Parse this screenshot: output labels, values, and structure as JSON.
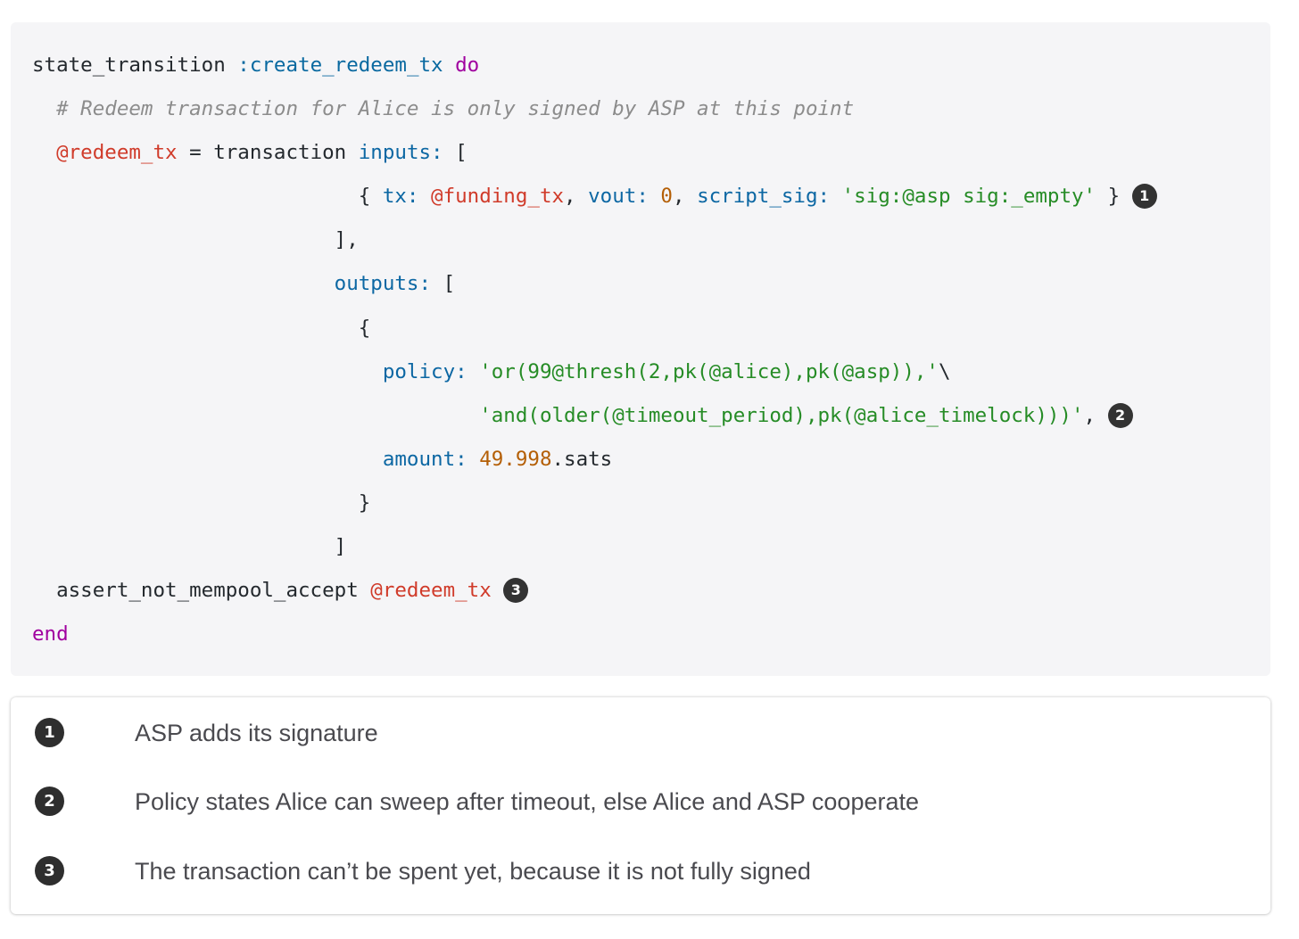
{
  "code": {
    "lines": [
      [
        {
          "t": "state_transition ",
          "c": "plain"
        },
        {
          "t": ":create_redeem_tx",
          "c": "sym"
        },
        {
          "t": " ",
          "c": "plain"
        },
        {
          "t": "do",
          "c": "kw"
        }
      ],
      [
        {
          "t": "  ",
          "c": "plain"
        },
        {
          "t": "# Redeem transaction for Alice is only signed by ASP at this point",
          "c": "comment"
        }
      ],
      [
        {
          "t": "  ",
          "c": "plain"
        },
        {
          "t": "@redeem_tx",
          "c": "ivar"
        },
        {
          "t": " = transaction ",
          "c": "plain"
        },
        {
          "t": "inputs:",
          "c": "key"
        },
        {
          "t": " [",
          "c": "plain"
        }
      ],
      [
        {
          "t": "                           { ",
          "c": "plain"
        },
        {
          "t": "tx:",
          "c": "key"
        },
        {
          "t": " ",
          "c": "plain"
        },
        {
          "t": "@funding_tx",
          "c": "ivar"
        },
        {
          "t": ", ",
          "c": "plain"
        },
        {
          "t": "vout:",
          "c": "key"
        },
        {
          "t": " ",
          "c": "plain"
        },
        {
          "t": "0",
          "c": "num"
        },
        {
          "t": ", ",
          "c": "plain"
        },
        {
          "t": "script_sig:",
          "c": "key"
        },
        {
          "t": " ",
          "c": "plain"
        },
        {
          "t": "'sig:@asp sig:_empty'",
          "c": "str"
        },
        {
          "t": " } ",
          "c": "plain"
        },
        {
          "t": "1",
          "c": "callout"
        }
      ],
      [
        {
          "t": "                         ],",
          "c": "plain"
        }
      ],
      [
        {
          "t": "                         ",
          "c": "plain"
        },
        {
          "t": "outputs:",
          "c": "key"
        },
        {
          "t": " [",
          "c": "plain"
        }
      ],
      [
        {
          "t": "                           {",
          "c": "plain"
        }
      ],
      [
        {
          "t": "                             ",
          "c": "plain"
        },
        {
          "t": "policy:",
          "c": "key"
        },
        {
          "t": " ",
          "c": "plain"
        },
        {
          "t": "'or(99@thresh(2,pk(@alice),pk(@asp)),'",
          "c": "str"
        },
        {
          "t": "\\",
          "c": "plain"
        }
      ],
      [
        {
          "t": "                                     ",
          "c": "plain"
        },
        {
          "t": "'and(older(@timeout_period),pk(@alice_timelock)))'",
          "c": "str"
        },
        {
          "t": ", ",
          "c": "plain"
        },
        {
          "t": "2",
          "c": "callout"
        }
      ],
      [
        {
          "t": "                             ",
          "c": "plain"
        },
        {
          "t": "amount:",
          "c": "key"
        },
        {
          "t": " ",
          "c": "plain"
        },
        {
          "t": "49.998",
          "c": "num"
        },
        {
          "t": ".sats",
          "c": "plain"
        }
      ],
      [
        {
          "t": "                           }",
          "c": "plain"
        }
      ],
      [
        {
          "t": "                         ]",
          "c": "plain"
        }
      ],
      [
        {
          "t": "  assert_not_mempool_accept ",
          "c": "plain"
        },
        {
          "t": "@redeem_tx",
          "c": "ivar"
        },
        {
          "t": " ",
          "c": "plain"
        },
        {
          "t": "3",
          "c": "callout"
        }
      ],
      [
        {
          "t": "end",
          "c": "kw"
        }
      ]
    ]
  },
  "callouts": [
    {
      "number": "1",
      "text": "ASP adds its signature"
    },
    {
      "number": "2",
      "text": "Policy states Alice can sweep after timeout, else Alice and ASP cooperate"
    },
    {
      "number": "3",
      "text": "The transaction can’t be spent yet, because it is not fully signed"
    }
  ]
}
